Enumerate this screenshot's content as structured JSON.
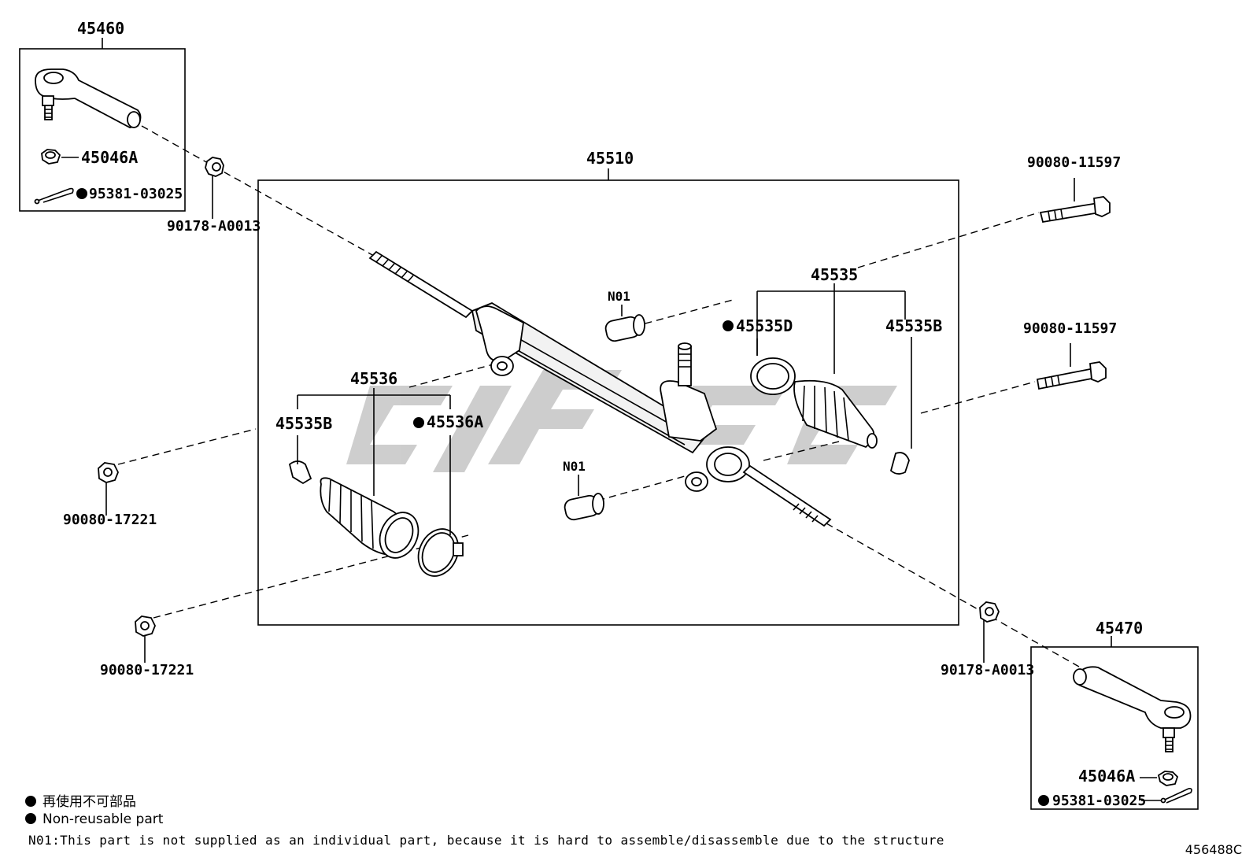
{
  "labels": {
    "p45460": "45460",
    "p45046A_top": "45046A",
    "p95381_top": "95381-03025",
    "p90178_top": "90178-A0013",
    "p45510": "45510",
    "p90080_11597_a": "90080-11597",
    "p90080_11597_b": "90080-11597",
    "p45535": "45535",
    "p45535D": "45535D",
    "p45535B_right": "45535B",
    "n01_top": "N01",
    "p45536": "45536",
    "p45535B_left": "45535B",
    "p45536A": "45536A",
    "n01_bottom": "N01",
    "p90080_17221_a": "90080-17221",
    "p90080_17221_b": "90080-17221",
    "p90178_bottom": "90178-A0013",
    "p45470": "45470",
    "p45046A_bottom": "45046A",
    "p95381_bottom": "95381-03025"
  },
  "notes": {
    "non_reusable_jp": "再使用不可部品",
    "non_reusable_en": "Non-reusable part",
    "n01_note": "N01:This part is not supplied as an individual part, because it is hard to assemble/disassemble due to the structure"
  },
  "diagram_code": "456488C"
}
